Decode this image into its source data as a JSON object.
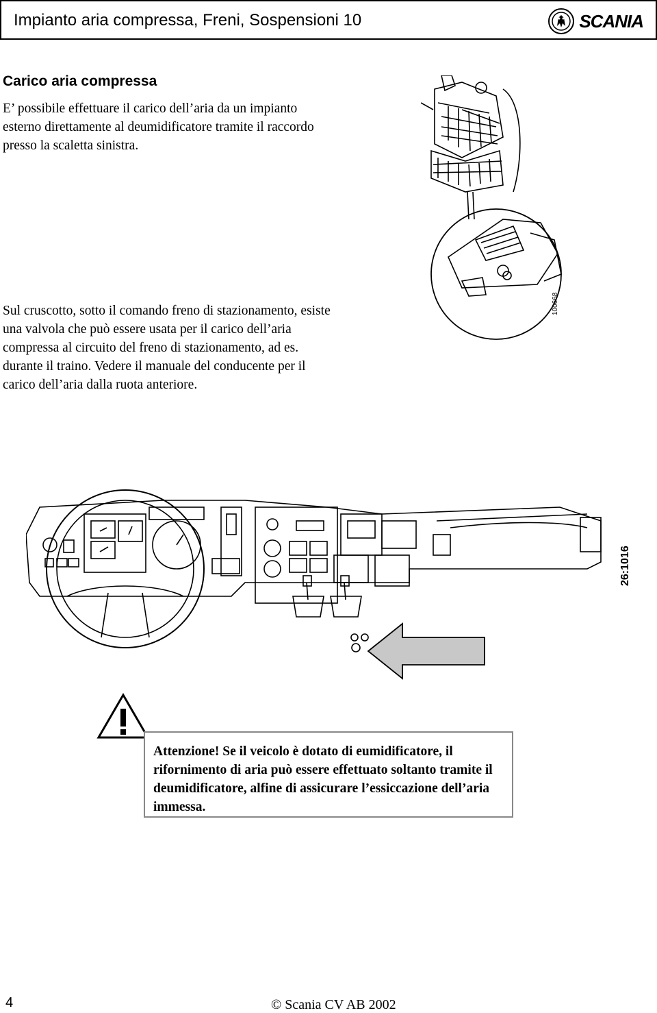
{
  "header": {
    "title": "Impianto aria compressa, Freni, Sospensioni 10",
    "brand": "SCANIA"
  },
  "section": {
    "title": "Carico aria compressa",
    "para1": "E’ possibile effettuare il carico dell’aria da un impianto esterno direttamente al deumidificatore tramite il raccordo presso la scaletta sinistra.",
    "para2": "Sul cruscotto, sotto il comando freno di stazionamento, esiste una valvola che può essere usata per il carico dell’aria compressa al circuito del freno di stazionamento, ad es. durante il traino. Vedere il manuale del conducente per il carico dell’aria dalla ruota anteriore."
  },
  "figures": {
    "code1": "100668",
    "code2": "26:1016"
  },
  "warning": {
    "icon": "warning-triangle-icon",
    "text": "Attenzione! Se il veicolo è dotato di eumidificatore, il rifornimento di aria può essere effettuato soltanto tramite il deumidificatore, alfine di assicurare l’essiccazione dell’aria immessa."
  },
  "footer": {
    "page_number": "4",
    "copyright": "© Scania CV AB 2002"
  }
}
